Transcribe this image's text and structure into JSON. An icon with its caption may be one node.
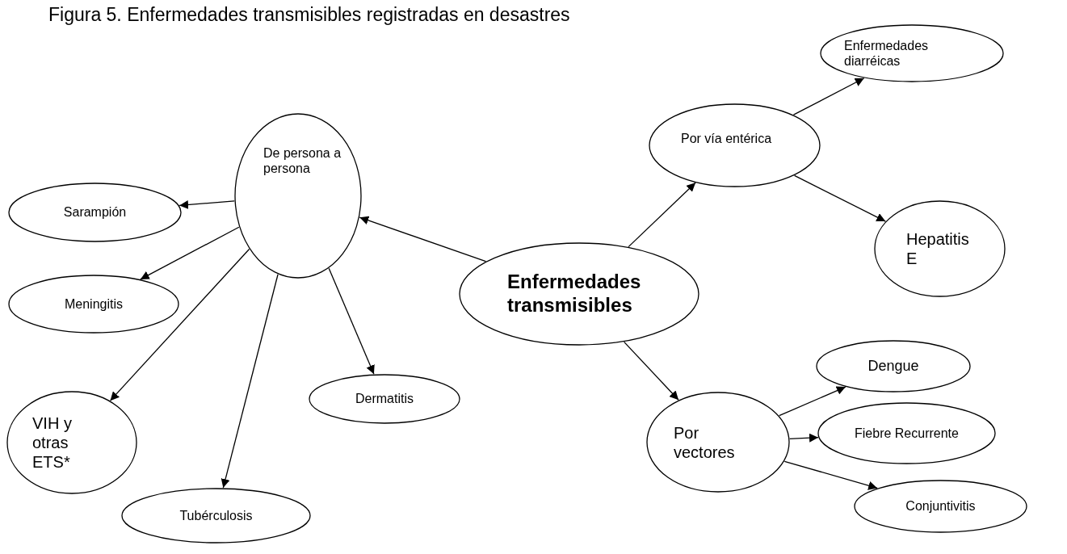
{
  "diagram": {
    "title": "Figura 5. Enfermedades transmisibles registradas en desastres",
    "nodes": [
      {
        "text": [
          "Enfermedades transmisibles"
        ]
      },
      {
        "text": [
          "De persona a persona"
        ]
      },
      {
        "text": [
          "Sarampión"
        ]
      },
      {
        "text": [
          "Meningitis"
        ]
      },
      {
        "text": [
          "VIH y otras ETS*"
        ]
      },
      {
        "text": [
          "Tubérculosis"
        ]
      },
      {
        "text": [
          "Dermatitis"
        ]
      },
      {
        "text": [
          "Por vía entérica"
        ]
      },
      {
        "text": [
          "Enfermedades diarréicas"
        ]
      },
      {
        "text": [
          "Hepatitis E"
        ]
      },
      {
        "text": [
          "Por vectores"
        ]
      },
      {
        "text": [
          "Dengue"
        ]
      },
      {
        "text": [
          "Fiebre Recurrente"
        ]
      },
      {
        "text": [
          "Conjuntivitis"
        ]
      }
    ],
    "edges": [
      {
        "from": 0,
        "to": 1,
        "arrow": "to"
      },
      {
        "from": 1,
        "to": 2,
        "arrow": "to"
      },
      {
        "from": 1,
        "to": 3,
        "arrow": "to"
      },
      {
        "from": 1,
        "to": 4,
        "arrow": "to"
      },
      {
        "from": 1,
        "to": 5,
        "arrow": "to"
      },
      {
        "from": 1,
        "to": 6,
        "arrow": "to"
      },
      {
        "from": 0,
        "to": 7,
        "arrow": "to"
      },
      {
        "from": 7,
        "to": 8,
        "arrow": "to"
      },
      {
        "from": 7,
        "to": 9,
        "arrow": "to"
      },
      {
        "from": 0,
        "to": 10,
        "arrow": "to"
      },
      {
        "from": 10,
        "to": 11,
        "arrow": "to"
      },
      {
        "from": 10,
        "to": 12,
        "arrow": "to"
      },
      {
        "from": 10,
        "to": 13,
        "arrow": "to"
      }
    ]
  }
}
